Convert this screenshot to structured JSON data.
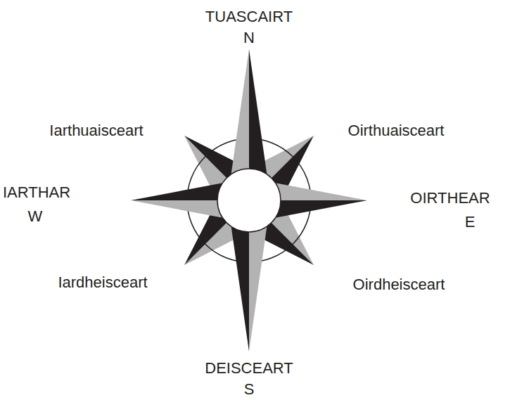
{
  "diagram": {
    "labels": [
      "TUASCAIRT",
      "N",
      "Iarthuaisceart",
      "Oirthuaisceart",
      "IARTHAR",
      "W",
      "OIRTHEAR",
      "E",
      "Iardheisceart",
      "Oirdheisceart",
      "DEISCEART",
      "S"
    ]
  }
}
